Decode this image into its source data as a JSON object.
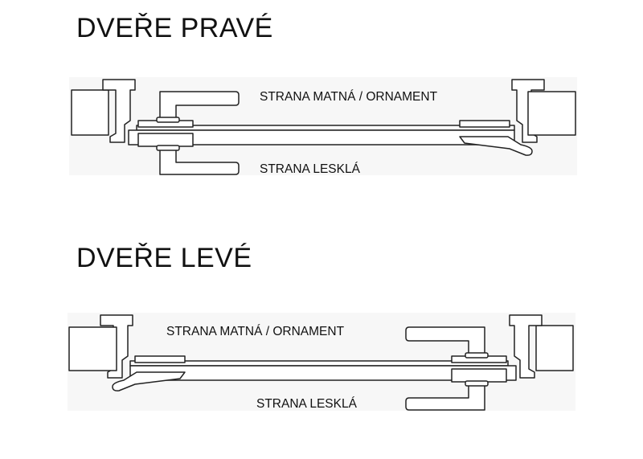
{
  "right_door": {
    "title": "DVEŘE PRAVÉ",
    "label_matte": "STRANA MATNÁ / ORNAMENT",
    "label_glossy": "STRANA LESKLÁ"
  },
  "left_door": {
    "title": "DVEŘE LEVÉ",
    "label_matte": "STRANA MATNÁ / ORNAMENT",
    "label_glossy": "STRANA LESKLÁ"
  },
  "colors": {
    "background": "#ffffff",
    "stroke": "#222222",
    "panel_fill": "#f7f7f7",
    "text": "#111111"
  }
}
